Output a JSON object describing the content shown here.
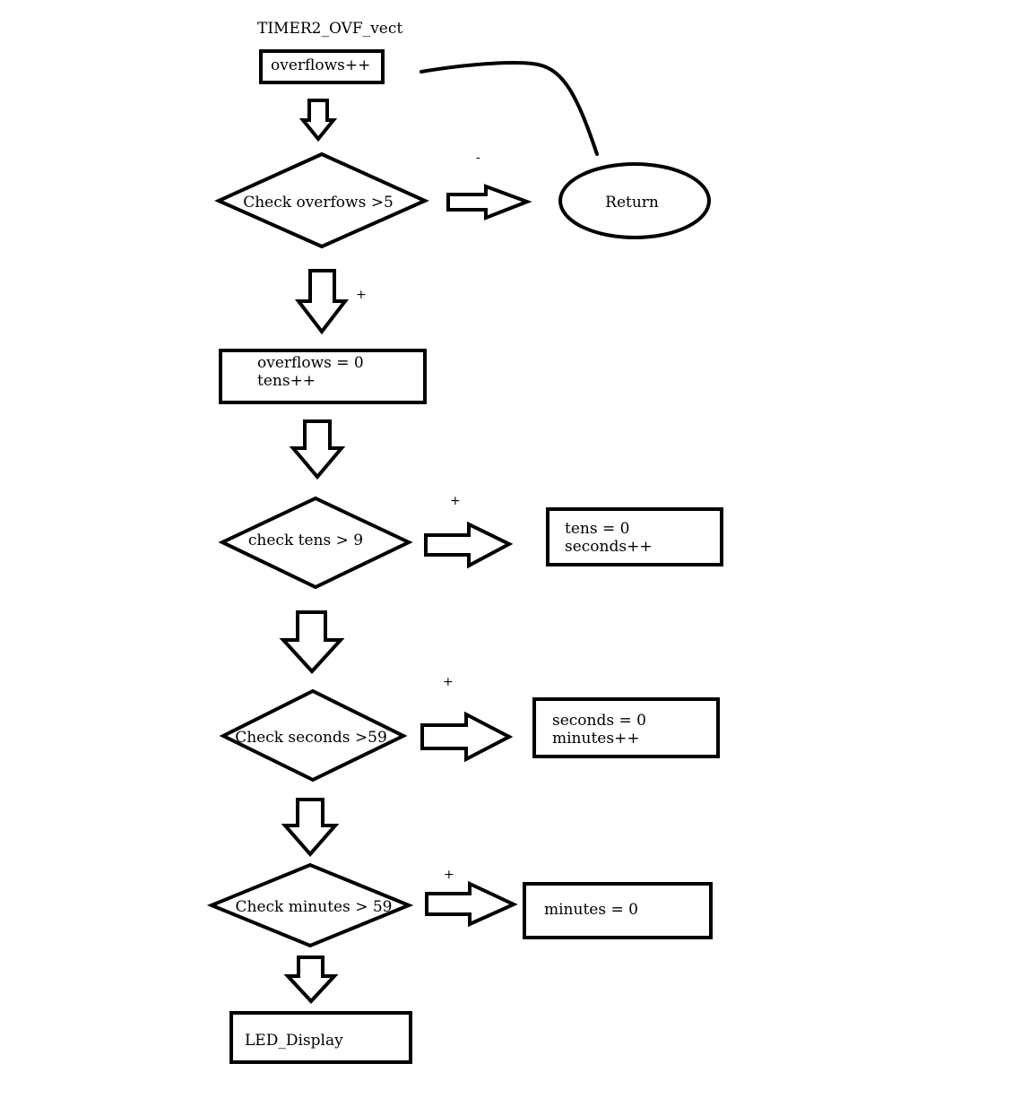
{
  "title": "TIMER2_OVF_vect",
  "nodes": {
    "start": {
      "lines": [
        "overflows++"
      ]
    },
    "check_overflows": {
      "lines": [
        "Check overfows >5"
      ]
    },
    "return": {
      "lines": [
        "Return"
      ]
    },
    "reset_overflows": {
      "lines": [
        "overflows = 0",
        "tens++"
      ]
    },
    "check_tens": {
      "lines": [
        "check tens > 9"
      ]
    },
    "reset_tens": {
      "lines": [
        "tens = 0",
        "seconds++"
      ]
    },
    "check_seconds": {
      "lines": [
        "Check seconds >59"
      ]
    },
    "reset_seconds": {
      "lines": [
        "seconds = 0",
        "minutes++"
      ]
    },
    "check_minutes": {
      "lines": [
        "Check minutes > 59"
      ]
    },
    "reset_minutes": {
      "lines": [
        "minutes = 0"
      ]
    },
    "led_display": {
      "lines": [
        "LED_Display"
      ]
    }
  },
  "edge_labels": {
    "overflows_false": "-",
    "overflows_true": "+",
    "tens_true": "+",
    "seconds_true": "+",
    "minutes_true": "+"
  }
}
